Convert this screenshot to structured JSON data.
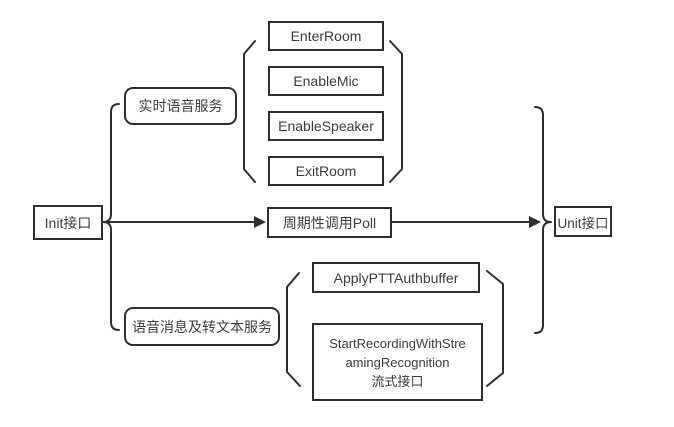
{
  "colors": {
    "stroke": "#2e2e2e",
    "text": "#3c3c3c",
    "background": "#ffffff",
    "node_fill": "#ffffff"
  },
  "nodes": {
    "init": "Init接口",
    "realtime_service": "实时语音服务",
    "voice_text_service": "语音消息及转文本服务",
    "enter_room": "EnterRoom",
    "enable_mic": "EnableMic",
    "enable_speaker": "EnableSpeaker",
    "exit_room": "ExitRoom",
    "poll": "周期性调用Poll",
    "apply_ptt": "ApplyPTTAuthbuffer",
    "start_recording_full": "StartRecordingWithStreamingRecognition 流式接口",
    "start_recording_lines": [
      "StartRecordingWithStre",
      "amingRecognition",
      "流式接口"
    ],
    "unit": "Unit接口"
  },
  "edges": [
    {
      "from": "Init接口",
      "to": "实时语音服务",
      "type": "brace-branch"
    },
    {
      "from": "Init接口",
      "to": "语音消息及转文本服务",
      "type": "brace-branch"
    },
    {
      "from": "Init接口",
      "to": "周期性调用Poll",
      "type": "arrow"
    },
    {
      "from": "周期性调用Poll",
      "to": "Unit接口",
      "type": "arrow"
    },
    {
      "from": "实时语音服务",
      "to": [
        "EnterRoom",
        "EnableMic",
        "EnableSpeaker",
        "ExitRoom"
      ],
      "type": "group-parentheses"
    },
    {
      "from": "语音消息及转文本服务",
      "to": [
        "ApplyPTTAuthbuffer",
        "StartRecordingWithStreamingRecognition 流式接口"
      ],
      "type": "group-parentheses"
    },
    {
      "from": [
        "EnterRoom",
        "EnableMic",
        "EnableSpeaker",
        "ExitRoom",
        "周期性调用Poll",
        "ApplyPTTAuthbuffer",
        "StartRecordingWithStreamingRecognition 流式接口"
      ],
      "to": "Unit接口",
      "type": "brace-merge"
    }
  ]
}
